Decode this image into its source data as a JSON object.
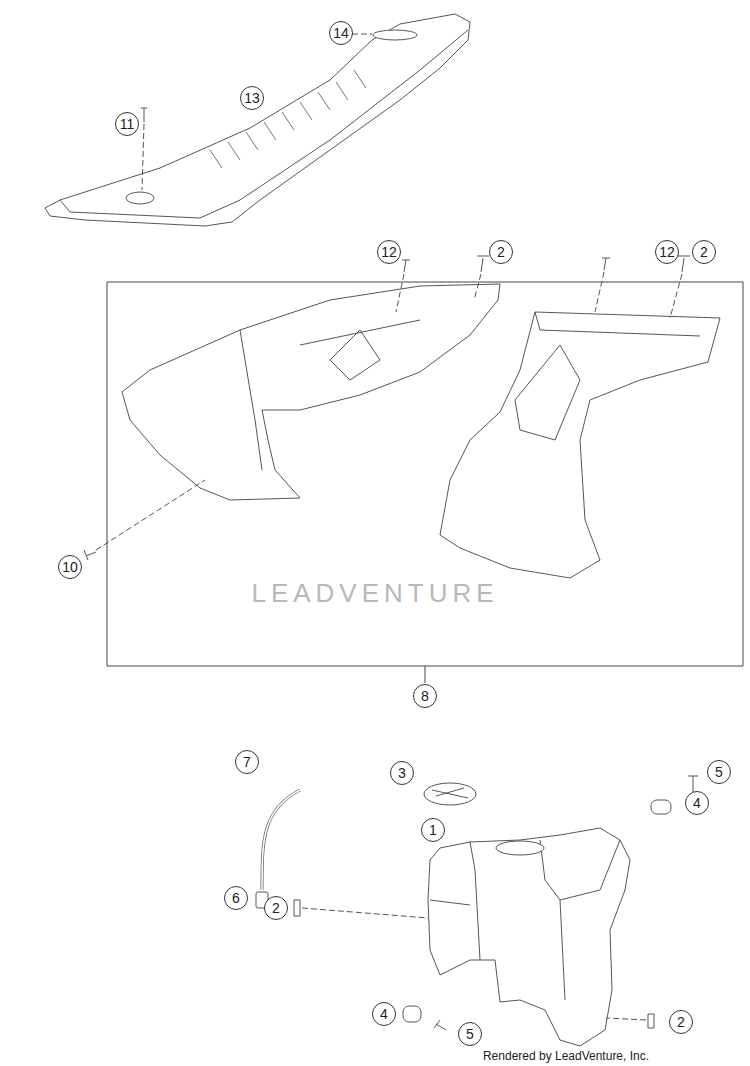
{
  "diagram": {
    "labels": [
      "14",
      "13",
      "11",
      "12",
      "2",
      "12",
      "2",
      "10",
      "LEADVENTURE",
      "8",
      "7",
      "3",
      "5",
      "4",
      "1",
      "6",
      "2",
      "2",
      "4",
      "5",
      "Rendered by LeadVenture, Inc."
    ]
  }
}
